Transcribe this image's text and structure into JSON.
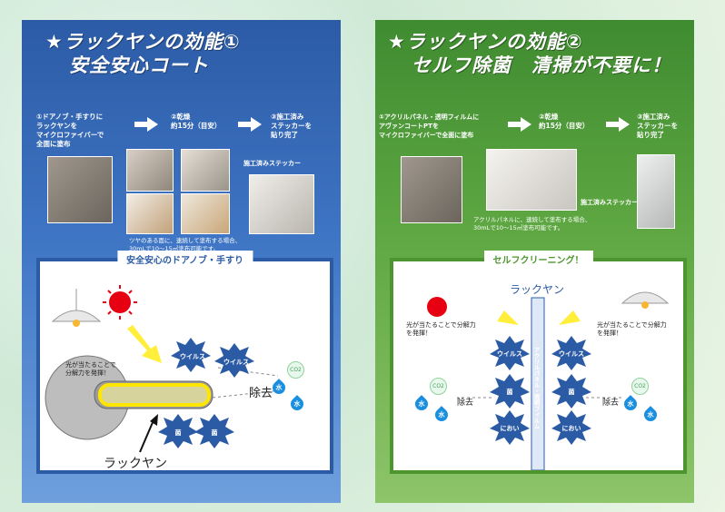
{
  "left": {
    "title_line1": "★ラックヤンの効能①",
    "title_line2": "安全安心コート",
    "steps": [
      "①ドアノブ・手すりに\nラックヤンを\nマイクロファイバーで\n全面に塗布",
      "②乾燥\n約15分（目安）",
      "③施工済み\nステッカーを\n貼り完了"
    ],
    "sticker_label": "施工済みステッカー",
    "caption": "ツヤのある面に、速続して塗布する場合、\n30mLで10～15㎡塗布可能です。",
    "box_title": "安全安心のドアノブ・手すり",
    "light_text": "光が当たることで\n分解力を発揮！",
    "virus1": "ウイルス",
    "virus2": "ウイルス",
    "germ1": "菌",
    "germ2": "菌",
    "removal": "除去",
    "water1": "水",
    "water2": "水",
    "co2": "CO2",
    "product": "ラックヤン"
  },
  "right": {
    "title_line1": "★ラックヤンの効能②",
    "title_line2": "セルフ除菌　清掃が不要に！",
    "steps": [
      "①アクリルパネル・透明フィルムに\nアヴァンコートPTを\nマイクロファイバーで全面に塗布",
      "②乾燥\n約15分（目安）",
      "③施工済み\nステッカーを\n貼り完了"
    ],
    "sticker_label": "施工済みステッカー",
    "caption": "アクリルパネルに、速続して塗布する場合、\n30mLで10～15㎡塗布可能です。",
    "box_title": "セルフクリーニング！",
    "product": "ラックヤン",
    "panel_label": "アクリルパネル・透明フィルム",
    "light_text_left": "光が当たることで分解力\nを発揮！",
    "light_text_right": "光が当たることで分解力\nを発揮！",
    "virus1": "ウイルス",
    "virus2": "ウイルス",
    "germ1": "菌",
    "germ2": "菌",
    "odor1": "におい",
    "odor2": "におい",
    "removal_left": "除去",
    "removal_right": "除去",
    "water": "水",
    "co2": "CO2"
  }
}
